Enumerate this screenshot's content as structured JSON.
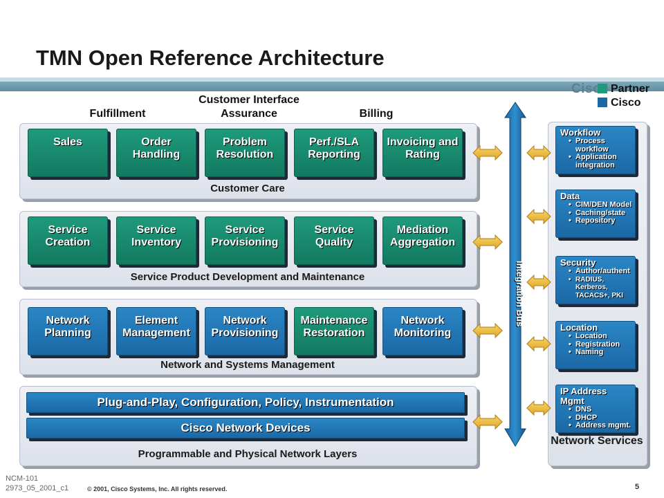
{
  "title": "TMN Open Reference Architecture",
  "logo": "Cisco",
  "legend": [
    {
      "label": "Partner",
      "color": "#1f9a7c"
    },
    {
      "label": "Cisco",
      "color": "#1b68a6"
    }
  ],
  "columns": {
    "fulfillment": "Fulfillment",
    "customer_interface": "Customer Interface",
    "assurance": "Assurance",
    "billing": "Billing"
  },
  "layers": [
    {
      "label": "Customer Care",
      "boxes": [
        {
          "label": "Sales",
          "color": "green"
        },
        {
          "label": "Order Handling",
          "color": "green"
        },
        {
          "label": "Problem Resolution",
          "color": "green"
        },
        {
          "label": "Perf./SLA Reporting",
          "color": "green"
        },
        {
          "label": "Invoicing and Rating",
          "color": "green"
        }
      ]
    },
    {
      "label": "Service Product Development and Maintenance",
      "boxes": [
        {
          "label": "Service Creation",
          "color": "green"
        },
        {
          "label": "Service Inventory",
          "color": "green"
        },
        {
          "label": "Service Provisioning",
          "color": "green"
        },
        {
          "label": "Service Quality",
          "color": "green"
        },
        {
          "label": "Mediation Aggregation",
          "color": "green"
        }
      ]
    },
    {
      "label": "Network and Systems Management",
      "boxes": [
        {
          "label": "Network Planning",
          "color": "blue"
        },
        {
          "label": "Element Management",
          "color": "blue"
        },
        {
          "label": "Network Provisioning",
          "color": "blue"
        },
        {
          "label": "Maintenance Restoration",
          "color": "green"
        },
        {
          "label": "Network Monitoring",
          "color": "blue"
        }
      ]
    }
  ],
  "physical_layer": {
    "label": "Programmable and Physical Network Layers",
    "bars": [
      "Plug-and-Play, Configuration, Policy, Instrumentation",
      "Cisco Network Devices"
    ]
  },
  "integration_bus": "Integration Bus",
  "network_services": {
    "label": "Network Services",
    "services": [
      {
        "title": "Workflow",
        "items": [
          "Process workflow",
          "Application integration"
        ]
      },
      {
        "title": "Data",
        "items": [
          "CIM/DEN Model",
          "Caching/state",
          "Repository"
        ]
      },
      {
        "title": "Security",
        "items": [
          "Author/authent",
          "RADIUS, Kerberos, TACACS+, PKI"
        ]
      },
      {
        "title": "Location",
        "items": [
          "Location",
          "Registration",
          "Naming"
        ]
      },
      {
        "title": "IP Address Mgmt",
        "items": [
          "DNS",
          "DHCP",
          "Address mgmt."
        ]
      }
    ]
  },
  "footer": {
    "course": "NCM-101",
    "code": "2973_05_2001_c1",
    "copyright": "© 2001, Cisco Systems, Inc. All rights reserved.",
    "page": "5"
  }
}
